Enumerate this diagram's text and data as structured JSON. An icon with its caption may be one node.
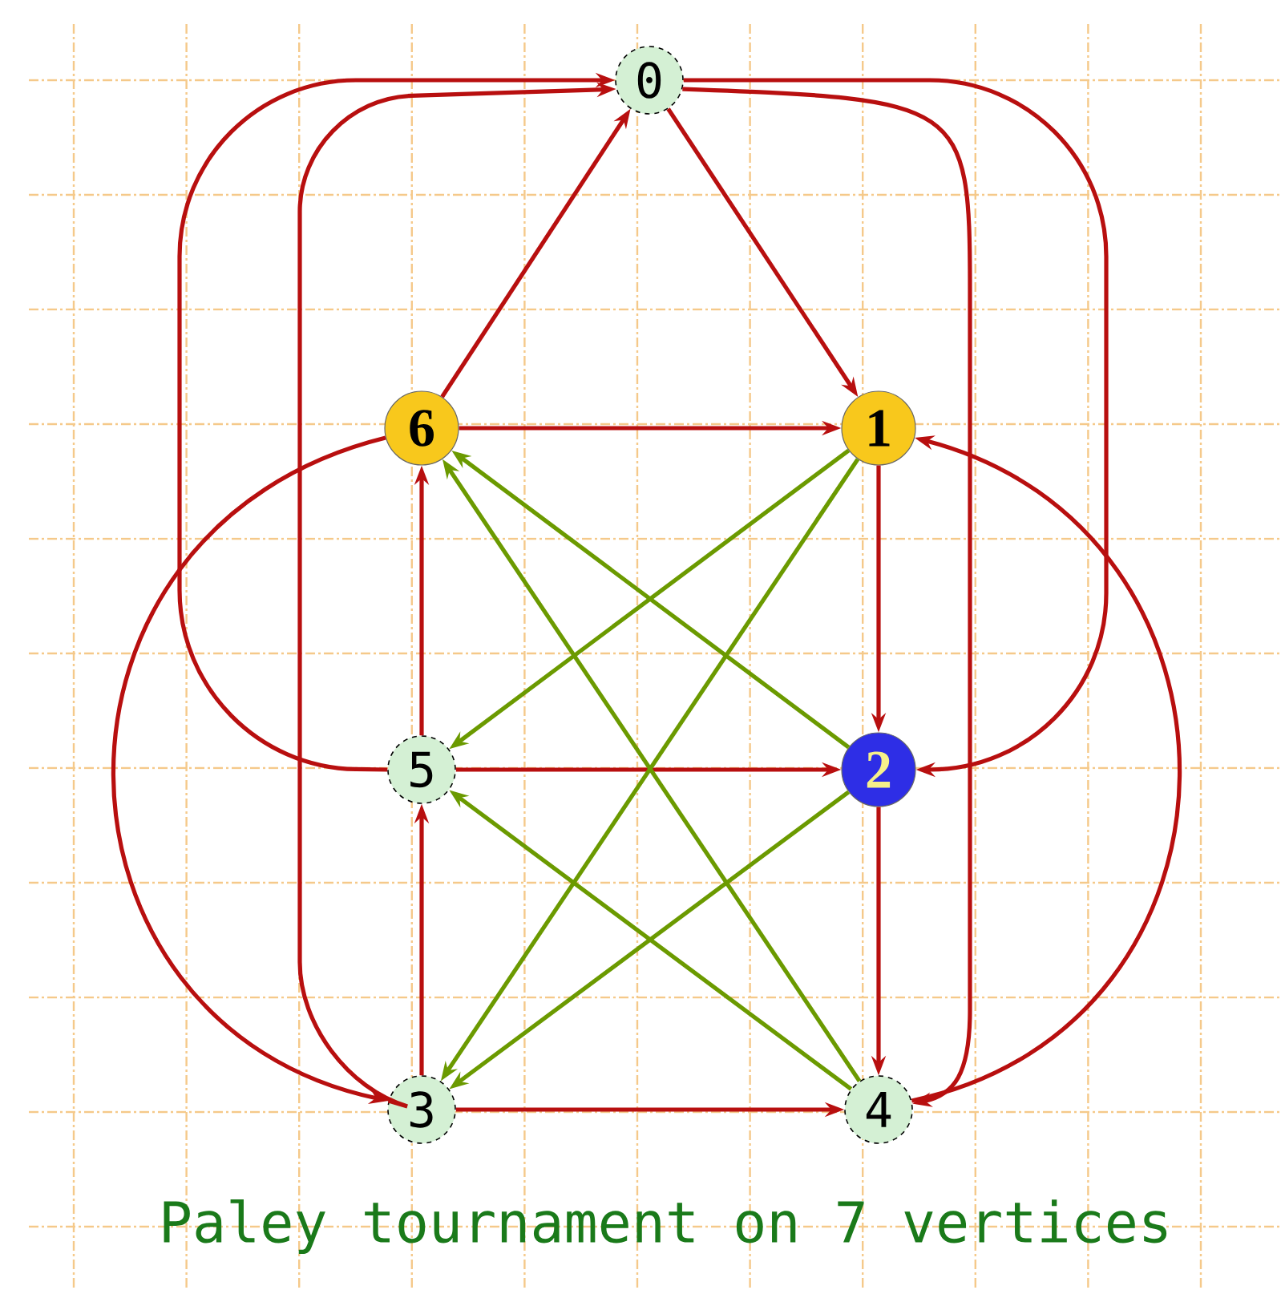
{
  "diagram": {
    "caption": "Paley tournament on 7 vertices",
    "nodes": [
      {
        "text": [
          "0"
        ]
      },
      {
        "text": [
          "1"
        ]
      },
      {
        "text": [
          "6"
        ]
      },
      {
        "text": [
          "5"
        ]
      },
      {
        "text": [
          "2"
        ]
      },
      {
        "text": [
          "3"
        ]
      },
      {
        "text": [
          "4"
        ]
      }
    ],
    "edges": [
      {
        "from": 0,
        "to": 1,
        "arrow": "to"
      },
      {
        "from": 2,
        "to": 0,
        "arrow": "to"
      },
      {
        "from": 2,
        "to": 1,
        "arrow": "to"
      },
      {
        "from": 1,
        "to": 4,
        "arrow": "to"
      },
      {
        "from": 3,
        "to": 4,
        "arrow": "to"
      },
      {
        "from": 5,
        "to": 3,
        "arrow": "to"
      },
      {
        "from": 3,
        "to": 2,
        "arrow": "to"
      },
      {
        "from": 4,
        "to": 6,
        "arrow": "to"
      },
      {
        "from": 5,
        "to": 6,
        "arrow": "to"
      },
      {
        "from": 1,
        "to": 3,
        "arrow": "to",
        "color": "#6b9a00"
      },
      {
        "from": 1,
        "to": 5,
        "arrow": "to",
        "color": "#6b9a00"
      },
      {
        "from": 4,
        "to": 5,
        "arrow": "to",
        "color": "#6b9a00"
      },
      {
        "from": 4,
        "to": 2,
        "arrow": "to",
        "color": "#6b9a00"
      },
      {
        "from": 6,
        "to": 2,
        "arrow": "to",
        "color": "#6b9a00"
      },
      {
        "from": 6,
        "to": 3,
        "arrow": "to",
        "color": "#6b9a00"
      },
      {
        "from": 5,
        "to": 0,
        "arrow": "to"
      },
      {
        "from": 3,
        "to": 0,
        "arrow": "to"
      },
      {
        "from": 0,
        "to": 6,
        "arrow": "to"
      },
      {
        "from": 0,
        "to": 4,
        "arrow": "to"
      },
      {
        "from": 2,
        "to": 5,
        "arrow": "to"
      },
      {
        "from": 6,
        "to": 1,
        "arrow": "to"
      }
    ]
  }
}
